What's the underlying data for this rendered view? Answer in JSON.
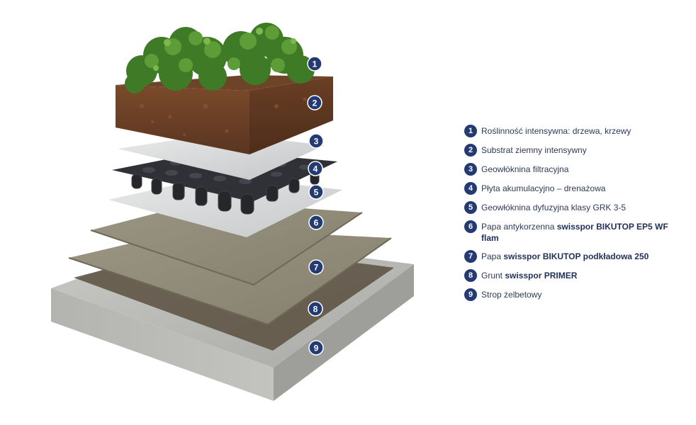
{
  "colors": {
    "badge": "#243a73",
    "text": "#2e3a55",
    "plants": "#4f8a2e",
    "soil": "#6b4126",
    "membrane": "#b9bab5",
    "concrete": "#bcbcb8"
  },
  "layers": [
    {
      "num": "1",
      "text": "Roślinność intensywna: drzewa, krzewy",
      "bold": ""
    },
    {
      "num": "2",
      "text": "Substrat ziemny intensywny",
      "bold": ""
    },
    {
      "num": "3",
      "text": "Geowłóknina filtracyjna",
      "bold": ""
    },
    {
      "num": "4",
      "text": "Płyta akumulacyjno – drenażowa",
      "bold": ""
    },
    {
      "num": "5",
      "text": "Geowłóknina dyfuzyjna klasy GRK 3-5",
      "bold": ""
    },
    {
      "num": "6",
      "text": "Papa antykorzenna ",
      "bold": "swisspor BIKUTOP EP5 WF flam"
    },
    {
      "num": "7",
      "text": "Papa ",
      "bold": "swisspor BIKUTOP podkładowa 250"
    },
    {
      "num": "8",
      "text": "Grunt ",
      "bold": "swisspor PRIMER"
    },
    {
      "num": "9",
      "text": "Strop żelbetowy",
      "bold": ""
    }
  ]
}
